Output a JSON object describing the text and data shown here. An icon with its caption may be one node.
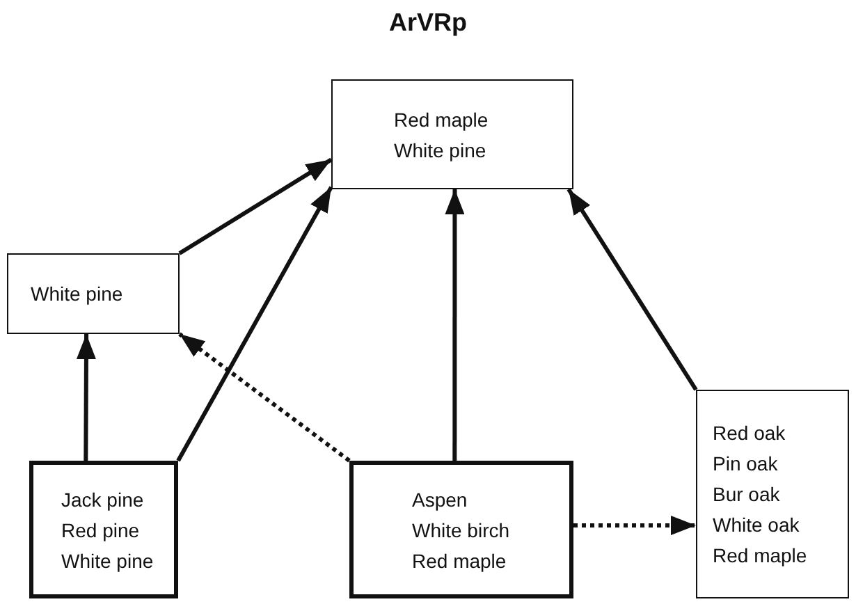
{
  "diagram": {
    "title": "ArVRp",
    "nodes": [
      {
        "text": [
          "Red maple",
          "White pine"
        ]
      },
      {
        "text": [
          "White pine"
        ]
      },
      {
        "text": [
          "Jack pine",
          "Red pine",
          "White pine"
        ]
      },
      {
        "text": [
          "Aspen",
          "White birch",
          "Red maple"
        ]
      },
      {
        "text": [
          "Red oak",
          "Pin oak",
          "Bur oak",
          "White oak",
          "Red maple"
        ]
      }
    ],
    "edges": [
      {
        "from": 1,
        "to": 0,
        "arrow": "to"
      },
      {
        "from": 2,
        "to": 1,
        "arrow": "to"
      },
      {
        "from": 2,
        "to": 0,
        "arrow": "to"
      },
      {
        "from": 3,
        "to": 1,
        "arrow": "to",
        "style": "dashed"
      },
      {
        "from": 3,
        "to": 0,
        "arrow": "to"
      },
      {
        "from": 3,
        "to": 4,
        "arrow": "to",
        "style": "dashed"
      },
      {
        "from": 4,
        "to": 0,
        "arrow": "to"
      }
    ]
  }
}
